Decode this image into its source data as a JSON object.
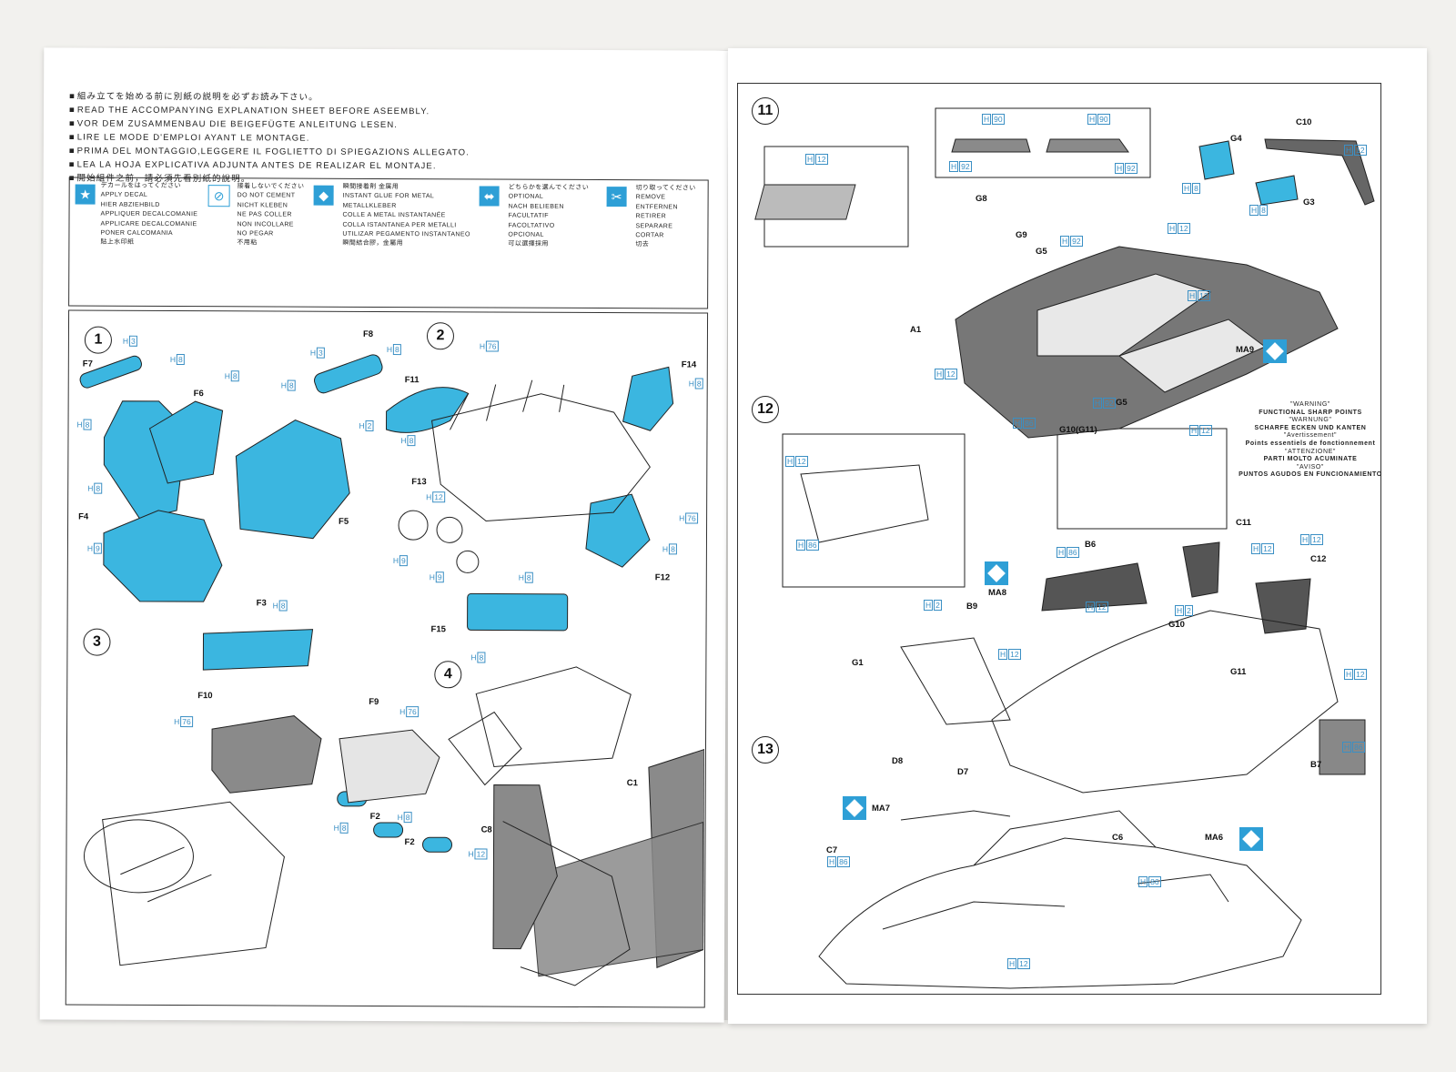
{
  "left_page": {
    "instructions": [
      "組み立てを始める前に別紙の説明を必ずお読み下さい。",
      "READ THE ACCOMPANYING EXPLANATION SHEET BEFORE ASEEMBLY.",
      "VOR DEM ZUSAMMENBAU DIE BEIGEFÜGTE ANLEITUNG LESEN.",
      "LIRE LE MODE D'EMPLOI AYANT LE MONTAGE.",
      "PRIMA DEL MONTAGGIO,LEGGERE IL FOGLIETTO DI SPIEGAZIONS ALLEGATO.",
      "LEA LA HOJA EXPLICATIVA ADJUNTA ANTES DE REALIZAR EL MONTAJE.",
      "開始組件之前，請必須先看別紙的說明。"
    ],
    "legend": [
      {
        "icon": "star-decal-icon",
        "glyph": "★",
        "lines": [
          "デカールをはってください",
          "APPLY DECAL",
          "HIER ABZIEHBILD",
          "APPLIQUER DECALCOMANIE",
          "APPLICARE DECALCOMANIE",
          "PONER CALCOMANIA",
          "貼上水印紙"
        ]
      },
      {
        "icon": "no-cement-icon",
        "glyph": "⊘",
        "lines": [
          "接着しないでください",
          "DO NOT CEMENT",
          "NICHT KLEBEN",
          "NE PAS COLLER",
          "NON INCOLLARE",
          "NO PEGAR",
          "不用粘"
        ]
      },
      {
        "icon": "instant-glue-icon",
        "glyph": "◆",
        "lines": [
          "瞬間接着剤 金属用",
          "INSTANT GLUE FOR METAL",
          "METALLKLEBER",
          "COLLE A METAL INSTANTANÉE",
          "COLLA ISTANTANEA PER METALLI",
          "UTILIZAR PEGAMENTO INSTANTANEO",
          "瞬間結合膠，金屬用"
        ]
      },
      {
        "icon": "optional-icon",
        "glyph": "⬌",
        "lines": [
          "どちらかを選んでください",
          "OPTIONAL",
          "NACH BELIEBEN",
          "FACULTATIF",
          "FACOLTATIVO",
          "OPCIONAL",
          "可以選擇採用"
        ]
      },
      {
        "icon": "remove-icon",
        "glyph": "✂",
        "lines": [
          "切り取ってください",
          "REMOVE",
          "ENTFERNEN",
          "RETIRER",
          "SEPARARE",
          "CORTAR",
          "切去"
        ]
      }
    ],
    "steps": [
      "1",
      "2",
      "3",
      "4"
    ],
    "labels": {
      "F7": "F7",
      "F6": "F6",
      "F8": "F8",
      "F4": "F4",
      "F5": "F5",
      "F11": "F11",
      "F14": "F14",
      "F13": "F13",
      "F12": "F12",
      "F15": "F15",
      "F3": "F3",
      "F10": "F10",
      "F9": "F9",
      "F2a": "F2",
      "F2b": "F2",
      "C1": "C1",
      "C8": "C8"
    },
    "hcodes": {
      "h3a": "3",
      "h8a": "8",
      "h8b": "8",
      "h3b": "3",
      "h8c": "8",
      "h8d": "8",
      "h2a": "2",
      "h8e": "8",
      "h8f": "8",
      "h9a": "9",
      "h76a": "76",
      "h8g": "8",
      "h8h": "8",
      "h12a": "12",
      "h9b": "9",
      "h9c": "9",
      "h8i": "8",
      "h76b": "76",
      "h8j": "8",
      "h8k": "8",
      "h8l": "8",
      "h76c": "76",
      "h76d": "76",
      "h8m": "8",
      "h8n": "8",
      "h12b": "12"
    }
  },
  "right_page": {
    "steps": [
      "11",
      "12",
      "13"
    ],
    "labels": {
      "C10": "C10",
      "G4": "G4",
      "G3": "G3",
      "G8": "G8",
      "G9": "G9",
      "G5a": "G5",
      "A1": "A1",
      "MA9": "MA9",
      "G5b": "G5",
      "G10G11": "G10(G11)",
      "B6": "B6",
      "C11": "C11",
      "C12": "C12",
      "MA8": "MA8",
      "B9": "B9",
      "G1": "G1",
      "G10": "G10",
      "G11": "G11",
      "B7": "B7",
      "D8": "D8",
      "D7": "D7",
      "MA7": "MA7",
      "C7": "C7",
      "C6": "C6",
      "MA6": "MA6"
    },
    "hcodes": {
      "r90a": "90",
      "r90b": "90",
      "r92a": "92",
      "r92b": "92",
      "r12a": "12",
      "r8a": "8",
      "r8b": "8",
      "r12b": "12",
      "r92c": "92",
      "r12c": "12",
      "r12d": "12",
      "r12e": "12",
      "r92d": "92",
      "r86a": "86",
      "r12f": "12",
      "r12g": "12",
      "r86b": "86",
      "r86c": "86",
      "r12h": "12",
      "r2a": "2",
      "r2b": "2",
      "r12i": "12",
      "r12j": "12",
      "r12k": "12",
      "r86d": "86",
      "r12l": "12",
      "r86e": "86",
      "r86f": "86",
      "r12m": "12"
    },
    "warning": [
      "\"WARNING\"",
      "FUNCTIONAL SHARP POINTS",
      "\"WARNUNG\"",
      "SCHARFE ECKEN UND KANTEN",
      "\"Avertissement\"",
      "Points essentiels de fonctionnement",
      "\"ATTENZIONE\"",
      "PARTI MOLTO ACUMINATE",
      "\"AVISO\"",
      "PUNTOS AGUDOS EN FUNCIONAMIENTO"
    ],
    "h_prefix": "H"
  },
  "colors": {
    "part_highlight": "#3bb6e0",
    "decal_gray": "#8a8a8a",
    "icon_blue": "#2e9fd6"
  }
}
